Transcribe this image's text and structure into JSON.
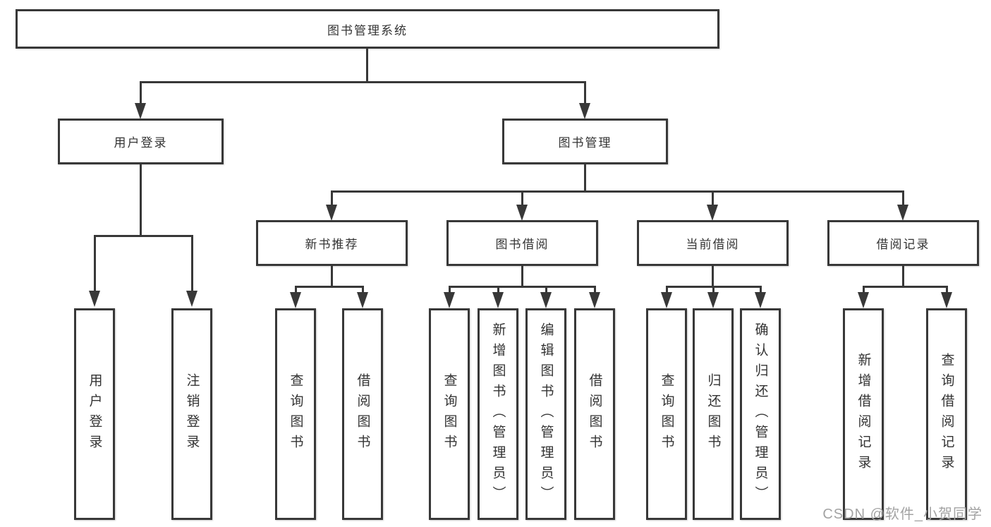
{
  "root": {
    "label": "图书管理系统"
  },
  "level2": {
    "user": {
      "label": "用户登录"
    },
    "management": {
      "label": "图书管理"
    }
  },
  "level3": {
    "recommend": {
      "label": "新书推荐"
    },
    "borrow": {
      "label": "图书借阅"
    },
    "current": {
      "label": "当前借阅"
    },
    "records": {
      "label": "借阅记录"
    }
  },
  "leaves": {
    "user": [
      "用户登录",
      "注销登录"
    ],
    "recommend": [
      "查询图书",
      "借阅图书"
    ],
    "borrow": [
      "查询图书",
      "新增图书（管理员）",
      "编辑图书（管理员）",
      "借阅图书"
    ],
    "current": [
      "查询图书",
      "归还图书",
      "确认归还（管理员）"
    ],
    "records": [
      "新增借阅记录",
      "查询借阅记录"
    ]
  },
  "watermark": "CSDN @软件_小贺同学",
  "colors": {
    "line": "#383838",
    "text": "#333333",
    "watermark": "#a3a3a3",
    "background": "#ffffff"
  }
}
